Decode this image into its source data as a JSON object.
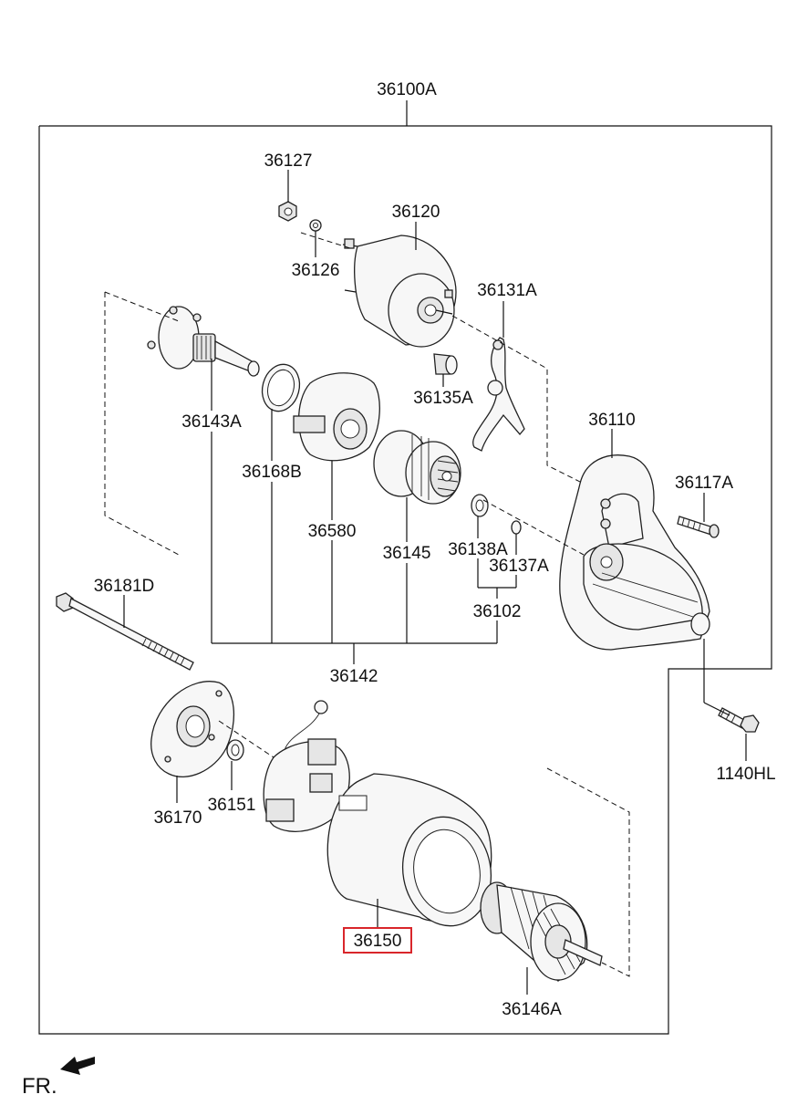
{
  "diagram": {
    "assembly_label": "36100A",
    "parts": {
      "p36127": "36127",
      "p36126": "36126",
      "p36120": "36120",
      "p36131A": "36131A",
      "p36135A": "36135A",
      "p36143A": "36143A",
      "p36168B": "36168B",
      "p36580": "36580",
      "p36145": "36145",
      "p36138A": "36138A",
      "p36137A": "36137A",
      "p36102": "36102",
      "p36110": "36110",
      "p36117A": "36117A",
      "p36181D": "36181D",
      "p36142": "36142",
      "p1140HL": "1140HL",
      "p36170": "36170",
      "p36151": "36151",
      "p36150": "36150",
      "p36146A": "36146A"
    },
    "highlighted_part": "36150",
    "highlight_color": "#d9262b",
    "front_indicator": "FR."
  }
}
